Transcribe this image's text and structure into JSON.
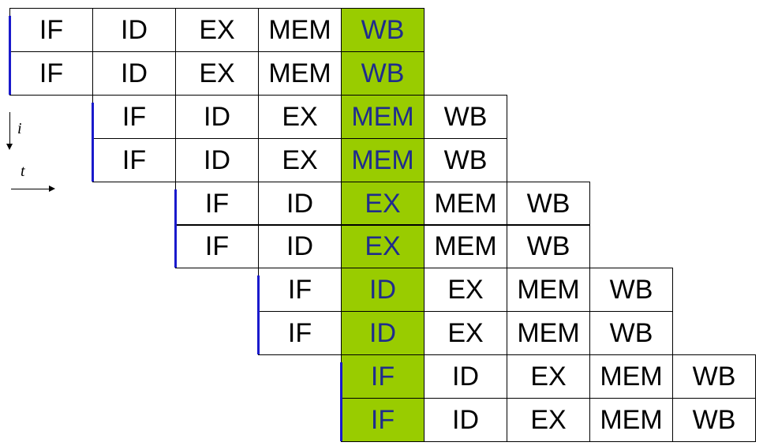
{
  "rows": [
    {
      "stages": [
        "IF",
        "ID",
        "EX",
        "MEM",
        "WB"
      ]
    },
    {
      "stages": [
        "IF",
        "ID",
        "EX",
        "MEM",
        "WB"
      ]
    },
    {
      "stages": [
        "IF",
        "ID",
        "EX",
        "MEM",
        "WB"
      ]
    },
    {
      "stages": [
        "IF",
        "ID",
        "EX",
        "MEM",
        "WB"
      ]
    },
    {
      "stages": [
        "IF",
        "ID",
        "EX",
        "MEM",
        "WB"
      ]
    },
    {
      "stages": [
        "IF",
        "ID",
        "EX",
        "MEM",
        "WB"
      ]
    },
    {
      "stages": [
        "IF",
        "ID",
        "EX",
        "MEM",
        "WB"
      ]
    },
    {
      "stages": [
        "IF",
        "ID",
        "EX",
        "MEM",
        "WB"
      ]
    },
    {
      "stages": [
        "IF",
        "ID",
        "EX",
        "MEM",
        "WB"
      ]
    },
    {
      "stages": [
        "IF",
        "ID",
        "EX",
        "MEM",
        "WB"
      ]
    }
  ],
  "issue_width": 2,
  "highlight_cycle": 5,
  "axes": {
    "instruction": "i",
    "time": "t"
  },
  "colors": {
    "highlight": "#99cc00",
    "highlight_text": "#1f2c8c",
    "marker": "#1a1acc"
  }
}
